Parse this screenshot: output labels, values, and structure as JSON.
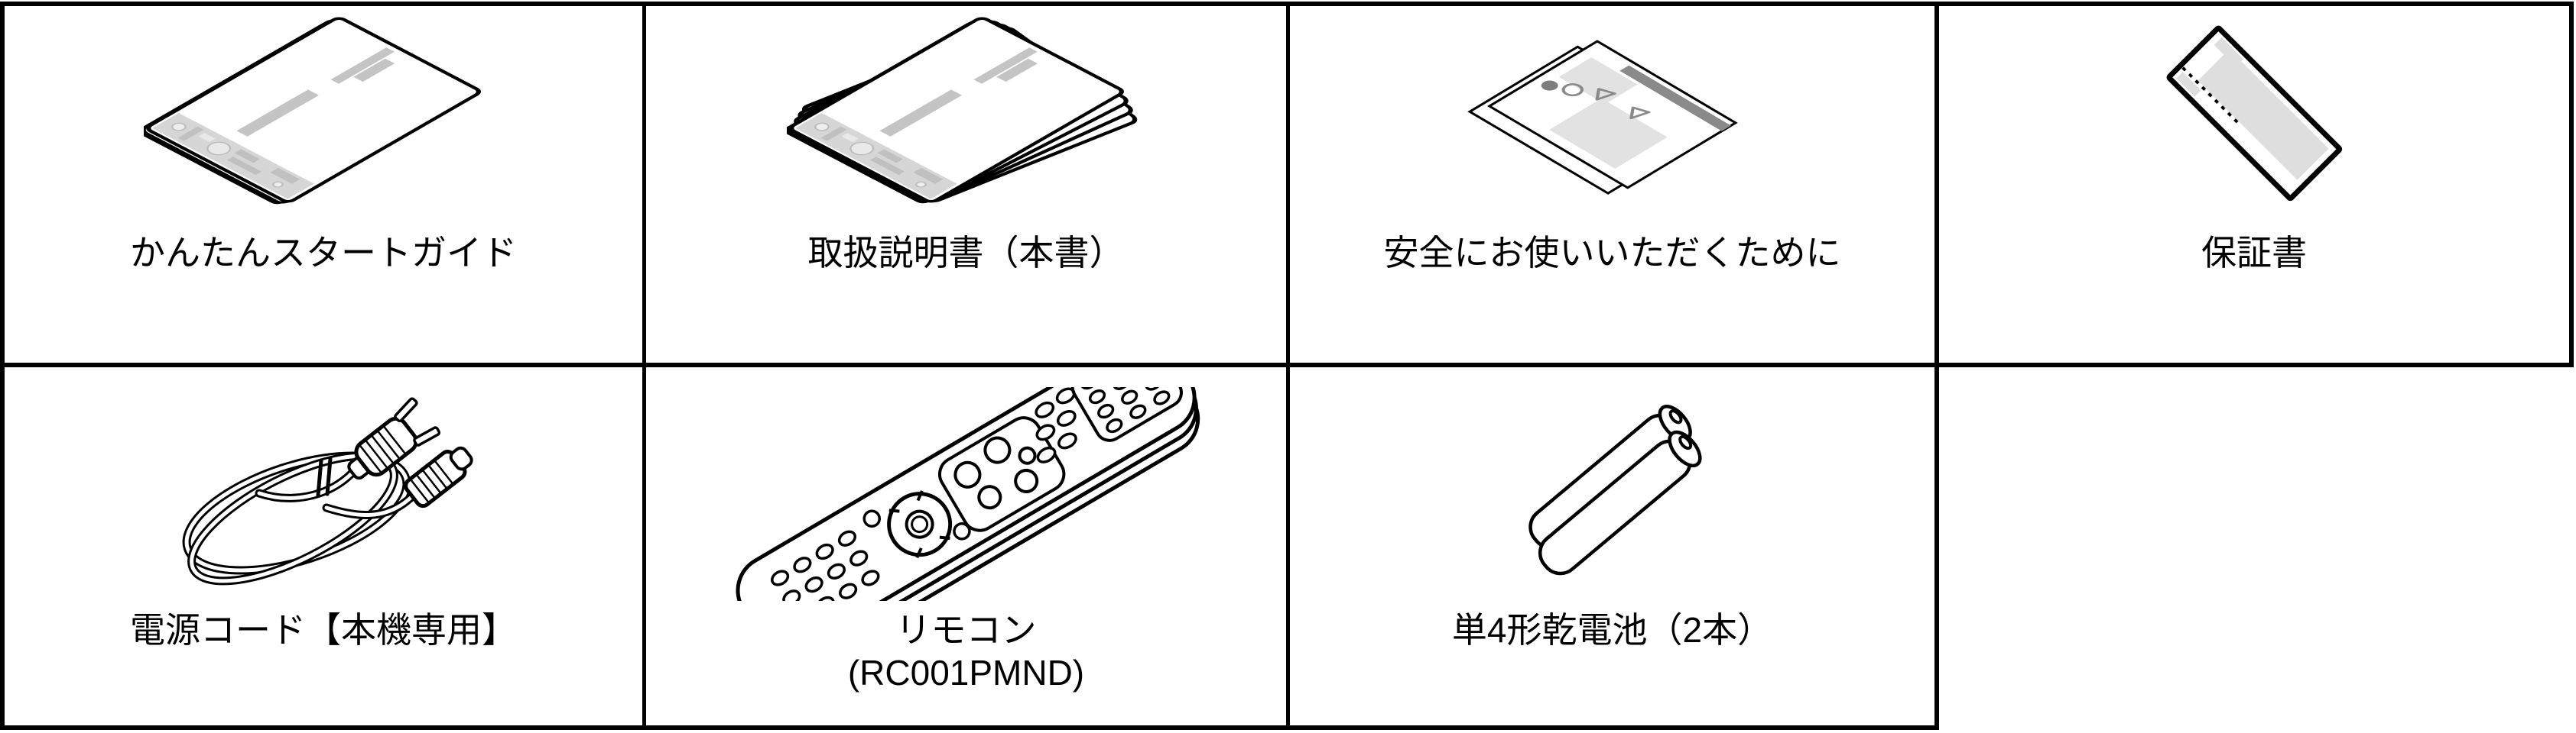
{
  "page": {
    "type": "accessories-table",
    "background": "#ffffff",
    "grid": {
      "rows": 2,
      "columns": 4,
      "line_color": "#000000"
    }
  },
  "accessories": {
    "cells": [
      {
        "id": "quick-start-guide",
        "label": "かんたんスタートガイド",
        "illustration": "booklet-icon"
      },
      {
        "id": "owners-manual",
        "label": "取扱説明書（本書）",
        "illustration": "booklet-pages-icon"
      },
      {
        "id": "safety-instructions",
        "label": "安全にお使いいただくために",
        "illustration": "folded-sheet-icon"
      },
      {
        "id": "warranty",
        "label": "保証書",
        "illustration": "warranty-card-icon"
      },
      {
        "id": "power-cord",
        "label": "電源コード【本機専用】",
        "illustration": "power-cord-icon"
      },
      {
        "id": "remote-control",
        "label": "リモコン",
        "label2": "(RC001PMND)",
        "illustration": "remote-control-icon"
      },
      {
        "id": "batteries",
        "label": "単4形乾電池（2本）",
        "illustration": "batteries-icon"
      },
      {
        "id": "empty",
        "label": "",
        "illustration": ""
      }
    ],
    "colors": {
      "outline": "#000000",
      "bar_gray": "#c4c4c4",
      "panel_gray": "#d6d6d6",
      "block_gray": "#e2e2e2",
      "stripe_gray": "#8a8a8a",
      "symbol_gray": "#7d7d7d"
    }
  }
}
